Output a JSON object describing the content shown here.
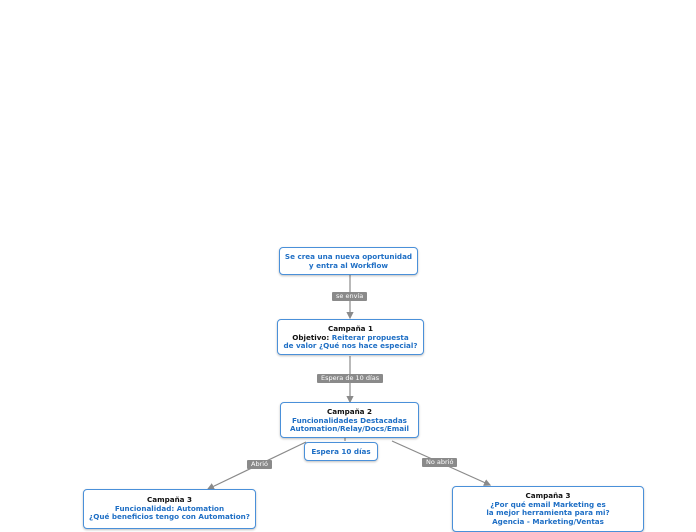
{
  "nodes": {
    "start": {
      "line1": "Se crea una nueva oportunidad",
      "line2": "y entra al Workflow"
    },
    "campaign1": {
      "title": "Campaña 1",
      "objective_label": "Objetivo:",
      "objective_text": "Reiterar propuesta",
      "line3": "de valor ¿Qué nos hace especial?"
    },
    "campaign2": {
      "title": "Campaña 2",
      "line2": "Funcionalidades Destacadas",
      "line3": "Automation/Relay/Docs/Email"
    },
    "wait": {
      "label": "Espera 10 días"
    },
    "campaign3_left": {
      "title": "Campaña 3",
      "line2": "Funcionalidad: Automation",
      "line3": "¿Qué beneficios tengo con Automation?"
    },
    "campaign3_right": {
      "title": "Campaña 3",
      "line2": "¿Por qué email Marketing es",
      "line3": "la mejor herramienta para mi?",
      "line4": "Agencia - Marketing/Ventas"
    }
  },
  "edge_labels": {
    "send": "se envía",
    "wait10": "Espera de 10 días",
    "opened": "Abrió",
    "not_opened": "No abrió"
  },
  "colors": {
    "node_border": "#4a90d9",
    "node_text": "#1f6fc5",
    "connector": "#8a8a8a"
  }
}
